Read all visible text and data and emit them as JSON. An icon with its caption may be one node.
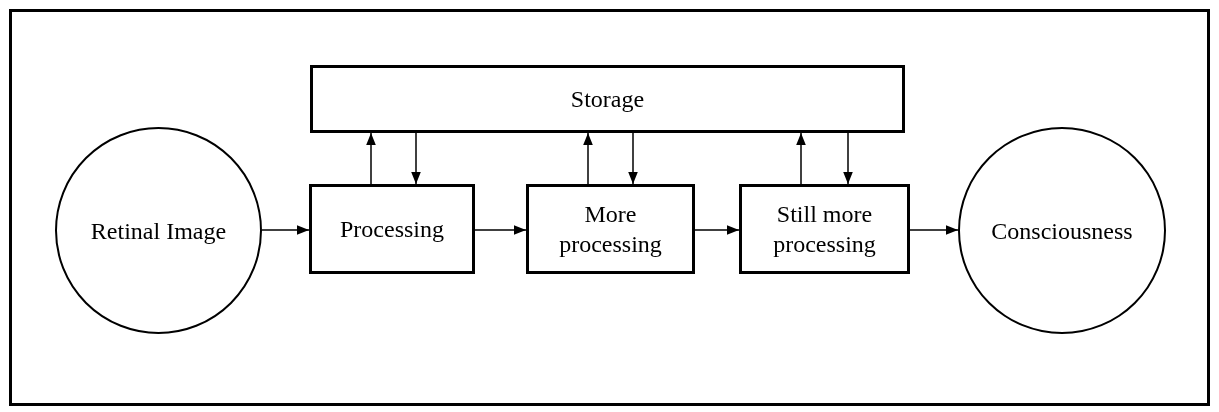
{
  "diagram": {
    "nodes": [
      {
        "text": [
          "Storage"
        ]
      },
      {
        "text": [
          "Retinal Image"
        ]
      },
      {
        "text": [
          "Processing"
        ]
      },
      {
        "text": [
          "More processing"
        ]
      },
      {
        "text": [
          "Still more processing"
        ]
      },
      {
        "text": [
          "Consciousness"
        ]
      }
    ],
    "edges": [
      {
        "from": 1,
        "to": 2,
        "arrow": "to"
      },
      {
        "from": 2,
        "to": 0,
        "arrow": "to"
      },
      {
        "from": 0,
        "to": 2,
        "arrow": "to"
      },
      {
        "from": 2,
        "to": 3,
        "arrow": "to"
      },
      {
        "from": 3,
        "to": 0,
        "arrow": "to"
      },
      {
        "from": 0,
        "to": 3,
        "arrow": "to"
      },
      {
        "from": 3,
        "to": 4,
        "arrow": "to"
      },
      {
        "from": 4,
        "to": 0,
        "arrow": "to"
      },
      {
        "from": 0,
        "to": 4,
        "arrow": "to"
      },
      {
        "from": 4,
        "to": 5,
        "arrow": "to"
      }
    ]
  }
}
